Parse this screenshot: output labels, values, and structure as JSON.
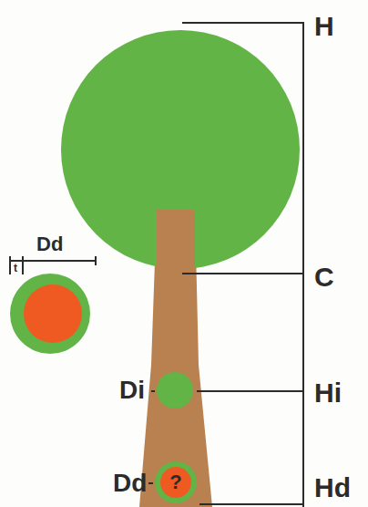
{
  "diagram": {
    "nodes": [
      {
        "text": [
          "?"
        ]
      }
    ],
    "labels": [
      "H",
      "Dd",
      "t",
      "C",
      "Di",
      "Hi",
      "Dd",
      "Hd"
    ]
  }
}
